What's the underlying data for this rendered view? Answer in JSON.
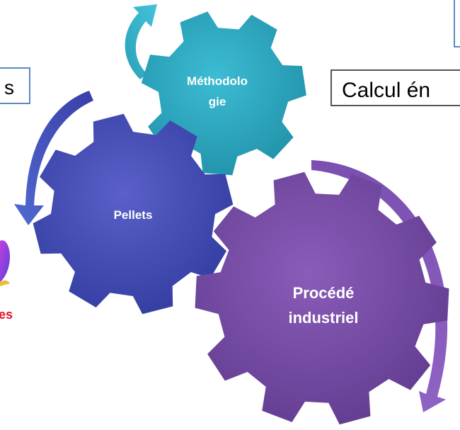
{
  "colors": {
    "teal_light": "#3cbcd4",
    "teal_dark": "#1f8fa6",
    "blue_light": "#5a60c8",
    "blue_dark": "#2f3a9e",
    "purple_light": "#8a5cb8",
    "purple_dark": "#5f3a8e",
    "box_border": "#5b87c4",
    "red_text": "#e0102a"
  },
  "gears": {
    "methodologie": {
      "line1": "Méthodolo",
      "line2": "gie"
    },
    "pellets": {
      "label": "Pellets"
    },
    "procede": {
      "line1": "Procédé",
      "line2": "industriel"
    }
  },
  "boxes": {
    "left_box": {
      "text": "s"
    },
    "calcul_box": {
      "text": "Calcul én"
    }
  },
  "fragments": {
    "bottom_left_text": "es"
  }
}
